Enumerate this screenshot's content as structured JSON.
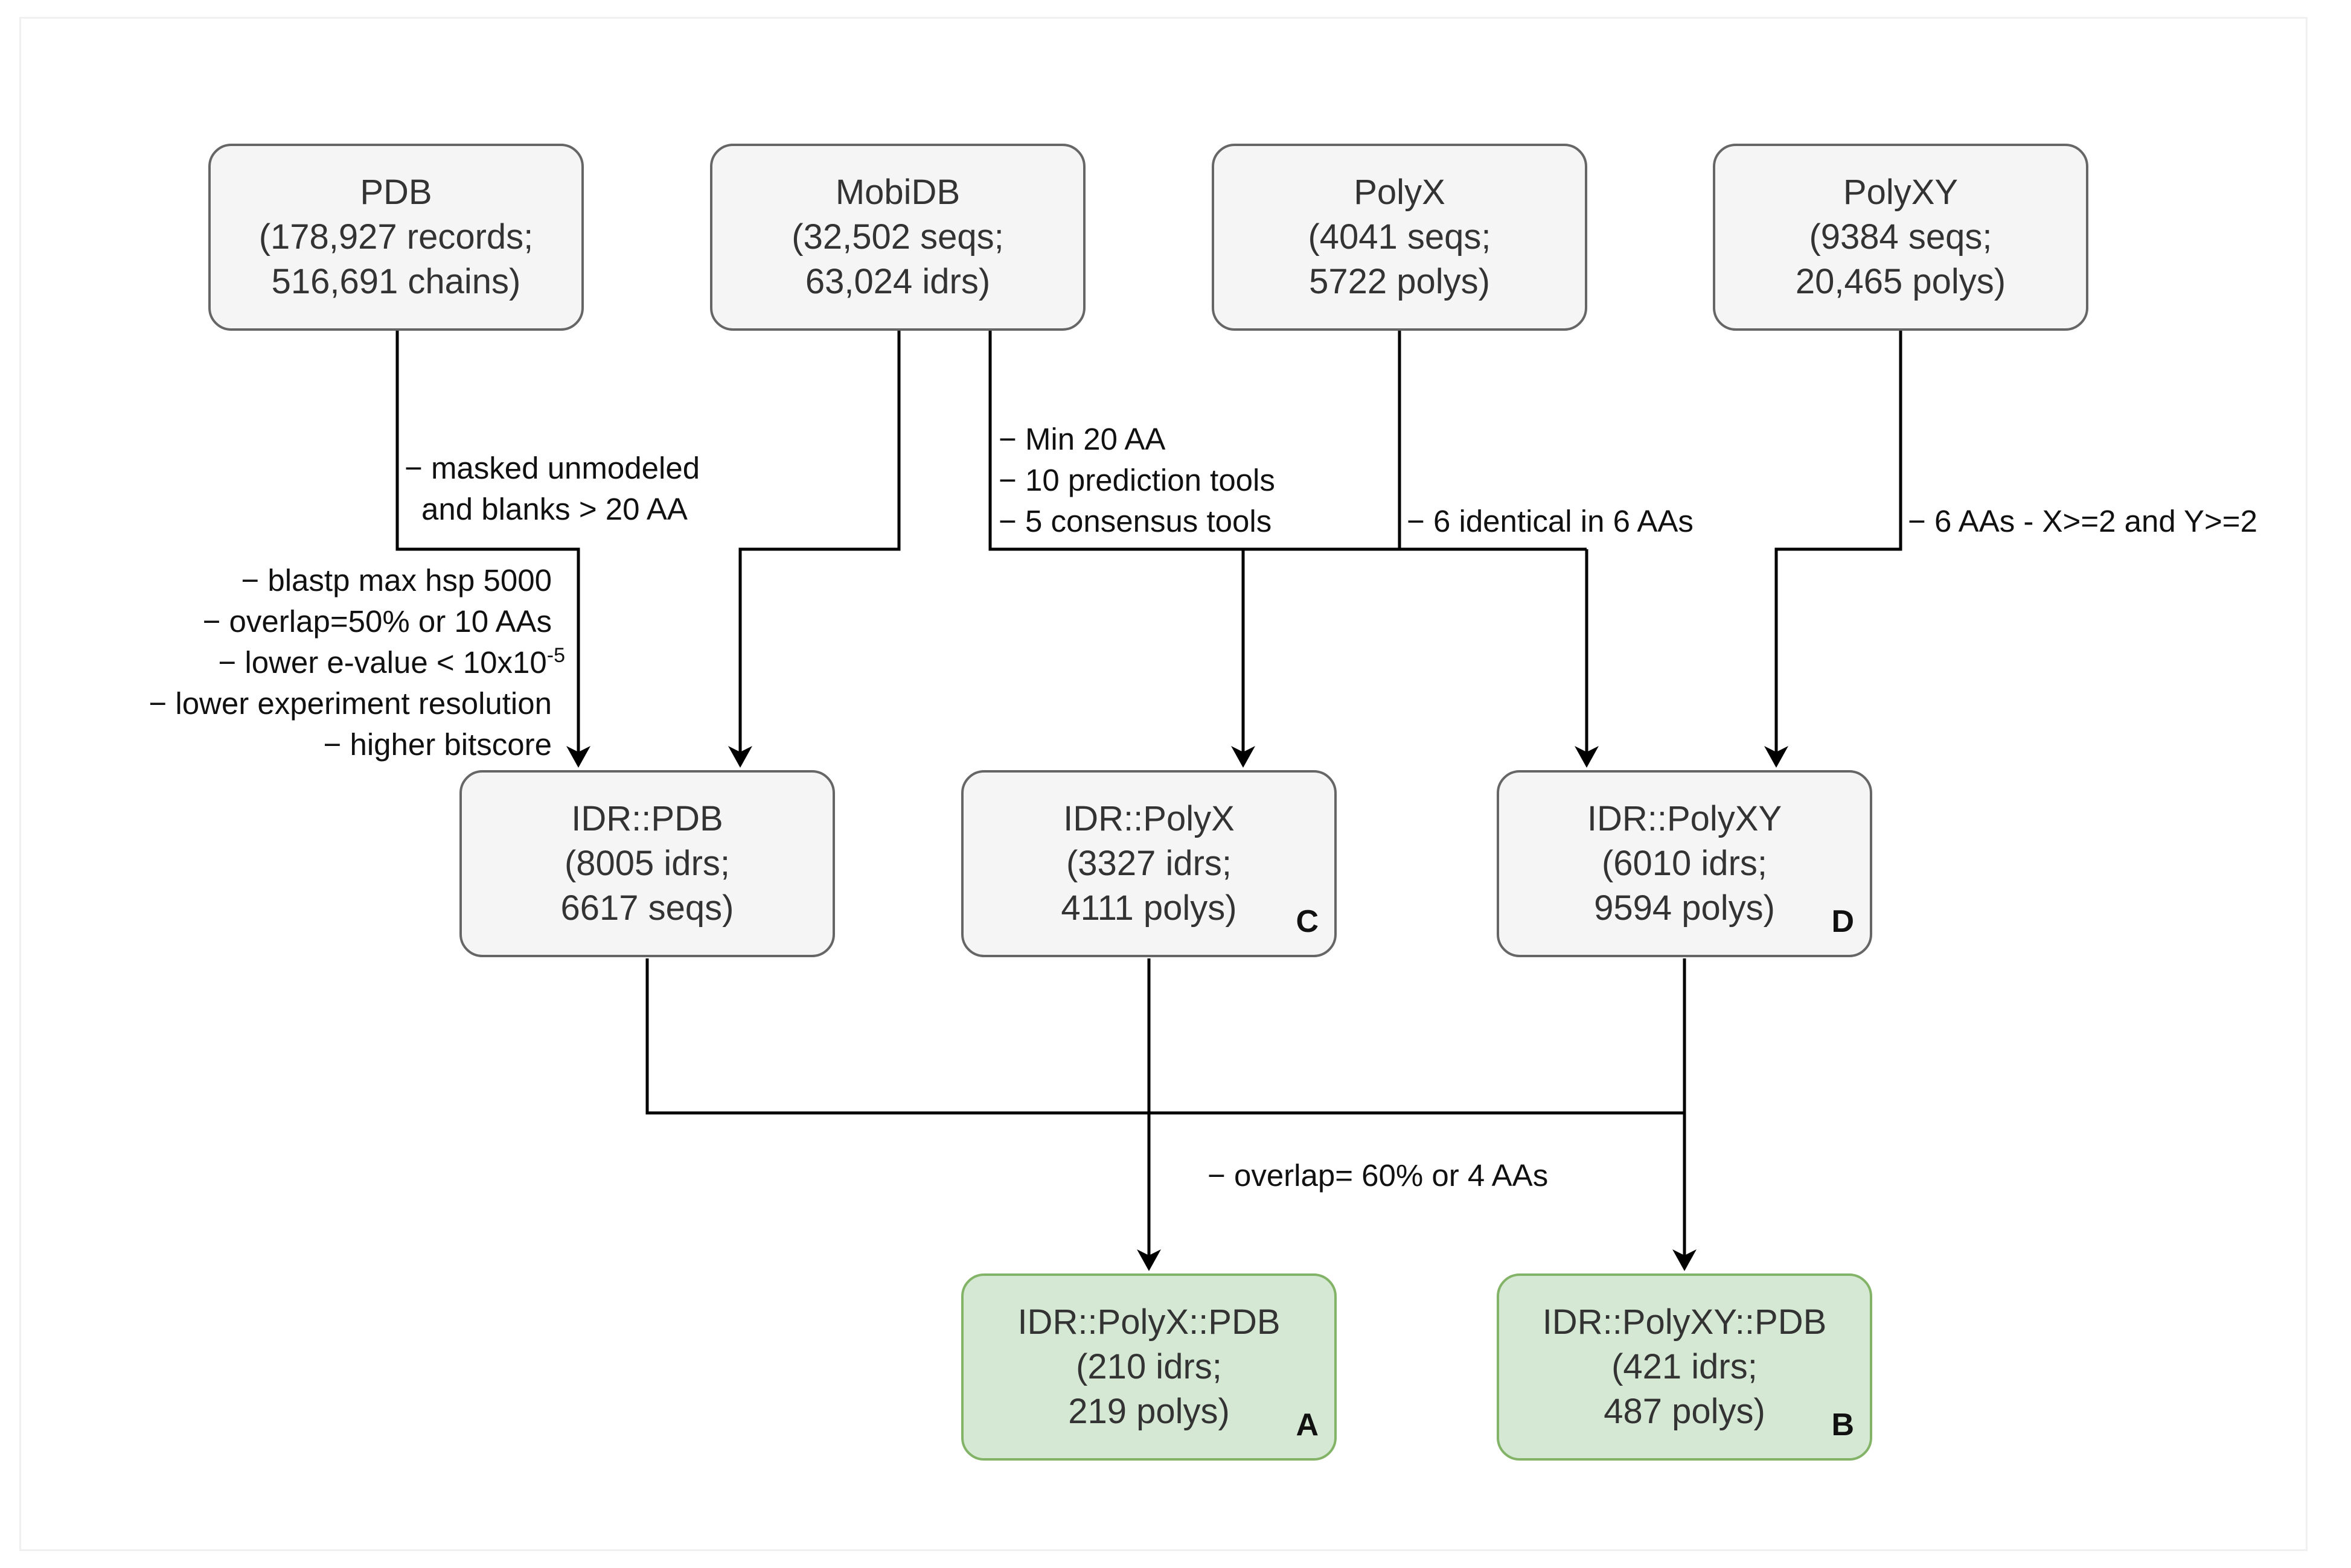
{
  "nodes": {
    "pdb": {
      "title": "PDB",
      "line1": "(178,927 records;",
      "line2": "516,691 chains)"
    },
    "mobidb": {
      "title": "MobiDB",
      "line1": "(32,502 seqs;",
      "line2": "63,024 idrs)"
    },
    "polyx": {
      "title": "PolyX",
      "line1": "(4041 seqs;",
      "line2": "5722 polys)"
    },
    "polyxy": {
      "title": "PolyXY",
      "line1": "(9384 seqs;",
      "line2": "20,465 polys)"
    },
    "idr_pdb": {
      "title": "IDR::PDB",
      "line1": "(8005 idrs;",
      "line2": "6617 seqs)"
    },
    "idr_polyx": {
      "title": "IDR::PolyX",
      "line1": "(3327 idrs;",
      "line2": "4111 polys)",
      "tag": "C"
    },
    "idr_polyxy": {
      "title": "IDR::PolyXY",
      "line1": "(6010 idrs;",
      "line2": "9594 polys)",
      "tag": "D"
    },
    "idr_polyx_pdb": {
      "title": "IDR::PolyX::PDB",
      "line1": "(210 idrs;",
      "line2": "219 polys)",
      "tag": "A"
    },
    "idr_polyxy_pdb": {
      "title": "IDR::PolyXY::PDB",
      "line1": "(421 idrs;",
      "line2": "487 polys)",
      "tag": "B"
    }
  },
  "edge_labels": {
    "pdb_filter": {
      "line1": "− masked unmodeled",
      "line2": "and blanks > 20 AA"
    },
    "blastp": {
      "line1": "− blastp max hsp 5000",
      "line2": "− overlap=50% or 10 AAs",
      "line3_base": "− lower e-value < 10x10",
      "line3_sup": "-5",
      "line4": "− lower experiment resolution",
      "line5": "− higher bitscore"
    },
    "mobidb_filter": {
      "line1": "− Min 20 AA",
      "line2": "− 10 prediction tools",
      "line3": "− 5 consensus tools"
    },
    "polyx_filter": "− 6 identical in 6 AAs",
    "polyxy_filter": "− 6 AAs - X>=2 and Y>=2",
    "overlap": "− overlap= 60% or 4 AAs"
  },
  "colors": {
    "node_fill": "#f5f5f5",
    "node_stroke": "#666666",
    "result_fill": "#d5e8d4",
    "result_stroke": "#82b366",
    "edge": "#000000"
  }
}
